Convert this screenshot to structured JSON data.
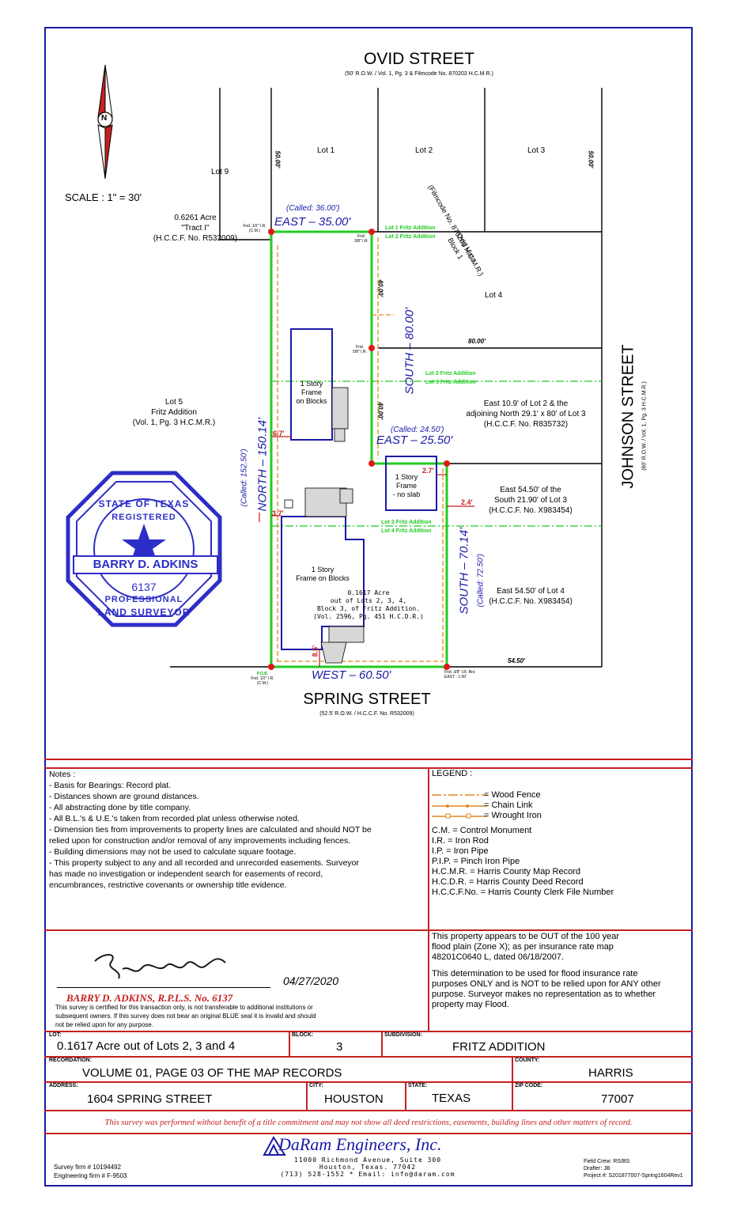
{
  "plat": {
    "street_north": "OVID STREET",
    "street_north_sub": "(50' R.O.W. / Vol. 1, Pg. 3 & Filmcode No. 870203 H.C.M.R.)",
    "street_south": "SPRING STREET",
    "street_south_sub": "(52.5' R.O.W. / H.C.C.F. No. R532009)",
    "street_east": "JOHNSON STREET",
    "street_east_sub": "(60' R.O.W. / Vol. 1, Pg. 3 H.C.M.R.)",
    "scale": "SCALE : 1\" = 30'",
    "north_letter": "N",
    "lot1": "Lot 1",
    "lot2": "Lot 2",
    "lot3": "Lot 3",
    "lot4": "Lot 4",
    "lot9": "Lot 9",
    "dim_50_left": "50.00'",
    "dim_50_right": "50.00'",
    "dim_40_top": "40.00'",
    "dim_40_bottom": "40.00'",
    "dim_80": "80.00'",
    "dim_5450": "54.50'",
    "tract": [
      "0.6261 Acre",
      "\"Tract I\"",
      "(H.C.C.F. No. R532009)"
    ],
    "ovid_vista": [
      "Ovid Vista",
      "Block 1",
      "(Filmcode No. 870203 H.C.M.R.)"
    ],
    "called_36": "(Called:   36.00')",
    "east_35": "EAST  –  35.00'",
    "called_2450": "(Called:   24.50')",
    "east_2550": "EAST  –  25.50'",
    "south_80": "SOUTH  –  80.00'",
    "north_150": "NORTH  –  150.14'",
    "called_152": "(Called:   152.50')",
    "south_70": "SOUTH  –  70.14'",
    "called_72": "(Called:   72.50')",
    "west_60": "WEST  –  60.50'",
    "lot12_fritz": [
      "Lot 1 Fritz Addition",
      "Lot 2 Fritz Addition"
    ],
    "lot23_fritz": [
      "Lot 2 Fritz Addition",
      "Lot 3 Fritz Addition"
    ],
    "lot34_fritz": [
      "Lot 3 Fritz Addition",
      "Lot 4 Fritz Addition"
    ],
    "bldg1": [
      "1 Story",
      "Frame",
      "on Blocks"
    ],
    "bldg2": [
      "1 Story",
      "Frame",
      "- no slab"
    ],
    "bldg3": [
      "1 Story",
      "Frame on Blocks"
    ],
    "acre_desc": [
      "0.1617 Acre",
      "out of Lots 2, 3, 4,",
      "Block 3, of Fritz Addition.",
      "(Vol. 2596, Pg. 451 H.C.D.R.)"
    ],
    "lot5": [
      "Lot 5",
      "Fritz Addition",
      "(Vol. 1, Pg. 3 H.C.M.R.)"
    ],
    "east_109": [
      "East 10.9' of Lot 2 & the",
      "adjoining North 29.1' x 80' of Lot 3",
      "(H.C.C.F. No. R835732)"
    ],
    "east_5450_a": [
      "East 54.50' of the",
      "South 21.90' of Lot 3",
      "(H.C.C.F. No. X983454)"
    ],
    "east_5450_b": [
      "East 54.50' of Lot 4",
      "(H.C.C.F. No. X983454)"
    ],
    "fnd_tl": [
      "Fnd. 1/2\" I.R.",
      "(C.M.)"
    ],
    "fnd_t": [
      "Fnd.",
      "3/8\" I.R."
    ],
    "fnd_m": [
      "Fnd.",
      "5/8\" I.R."
    ],
    "fnd_bl": [
      "P.O.B.",
      "Fnd. 1/2\" I.R.",
      "(C.M.)"
    ],
    "fnd_br": [
      "Fnd. 3/8\" I.R. Brs:",
      "EAST - 1.00'"
    ],
    "tie_67": "6.7'",
    "tie_37": "3.7'",
    "tie_27": "2.7'",
    "tie_24": "2.4'",
    "tie_85": "8.5'"
  },
  "seal": {
    "top": "STATE OF TEXAS",
    "registered": "REGISTERED",
    "name": "BARRY D. ADKINS",
    "number": "6137",
    "professional": "PROFESSIONAL",
    "bottom": "LAND SURVEYOR"
  },
  "notes": {
    "title": "Notes :",
    "items": [
      "- Basis for Bearings: Record plat.",
      "- Distances shown are ground distances.",
      "- All abstracting done by title company.",
      "- All B.L.'s & U.E.'s taken from recorded plat unless otherwise noted.",
      "- Dimension ties from improvements to property lines are calculated and should NOT be",
      "relied upon for construction and/or removal of any improvements including fences.",
      "- Building dimensions may not be used to calculate square footage.",
      "- This property subject to any and all recorded and unrecorded easements.  Surveyor",
      "  has made no investigation or independent search for easements of record,",
      "  encumbrances, restrictive covenants or ownership title evidence."
    ]
  },
  "legend": {
    "title": "LEGEND :",
    "lines": [
      "= Wood Fence",
      "= Chain Link",
      "= Wrought Iron"
    ],
    "abbrevs": [
      "C.M. = Control Monument",
      "I.R. = Iron Rod",
      "I.P. = Iron Pipe",
      "P.I.P. = Pinch Iron Pipe",
      "H.C.M.R. = Harris County Map Record",
      "H.C.D.R. = Harris County Deed Record",
      "H.C.C.F.No. = Harris County Clerk File Number"
    ]
  },
  "cert": {
    "date": "04/27/2020",
    "surveyor": "BARRY D. ADKINS, R.P.L.S. No. 6137",
    "fine": [
      "This survey is certified for this transaction only, is not transferable to additional institutions or",
      "subsequent owners. If this survey does not bear an original BLUE seal it is invalid and should",
      "not be relied upon for any purpose."
    ]
  },
  "flood": {
    "p1": [
      "This property appears to be OUT of the 100 year",
      "flood plain (Zone X); as per insurance rate map",
      "48201C0640 L, dated 06/18/2007."
    ],
    "p2": [
      "This determination to be used for flood insurance rate",
      "purposes ONLY and is NOT to be relied upon for ANY other",
      "purpose. Surveyor makes no representation as to whether",
      "property may Flood."
    ]
  },
  "info": {
    "lot_label": "LOT:",
    "lot": "0.1617 Acre out of Lots 2, 3 and 4",
    "block_label": "BLOCK:",
    "block": "3",
    "subdivision_label": "SUBDIVISION:",
    "subdivision": "FRITZ ADDITION",
    "recordation_label": "RECORDATION:",
    "recordation": "VOLUME 01, PAGE 03 OF THE MAP RECORDS",
    "county_label": "COUNTY:",
    "county": "HARRIS",
    "address_label": "ADDRESS:",
    "address": "1604 SPRING STREET",
    "city_label": "CITY:",
    "city": "HOUSTON",
    "state_label": "STATE:",
    "state": "TEXAS",
    "zip_label": "ZIP CODE:",
    "zip": "77007"
  },
  "disclaimer": "This survey was performed without benefit of a title commitment and may not show all deed restrictions, easements, building lines and other matters of record.",
  "footer": {
    "company": "DaRam Engineers, Inc.",
    "address1": "11000 Richmond Avenue, Suite 300",
    "address2": "Houston, Texas.  77042",
    "contact": "(713) 528-1552 * Email:  info@daram.com",
    "firm1": "Survey firm # 10194492",
    "firm2": "Engineering firm # F-9503",
    "crew": "Field Crew:  RS/BS",
    "drafter": "Drafter:  JB",
    "project": "Project #:  S201877007-Spring1604Rev1"
  },
  "colors": {
    "frame": "#1a1aa8",
    "rule": "#c42020",
    "boundary": "#22cc22",
    "blue": "#1a1aa8",
    "fence": "#e08a20"
  }
}
